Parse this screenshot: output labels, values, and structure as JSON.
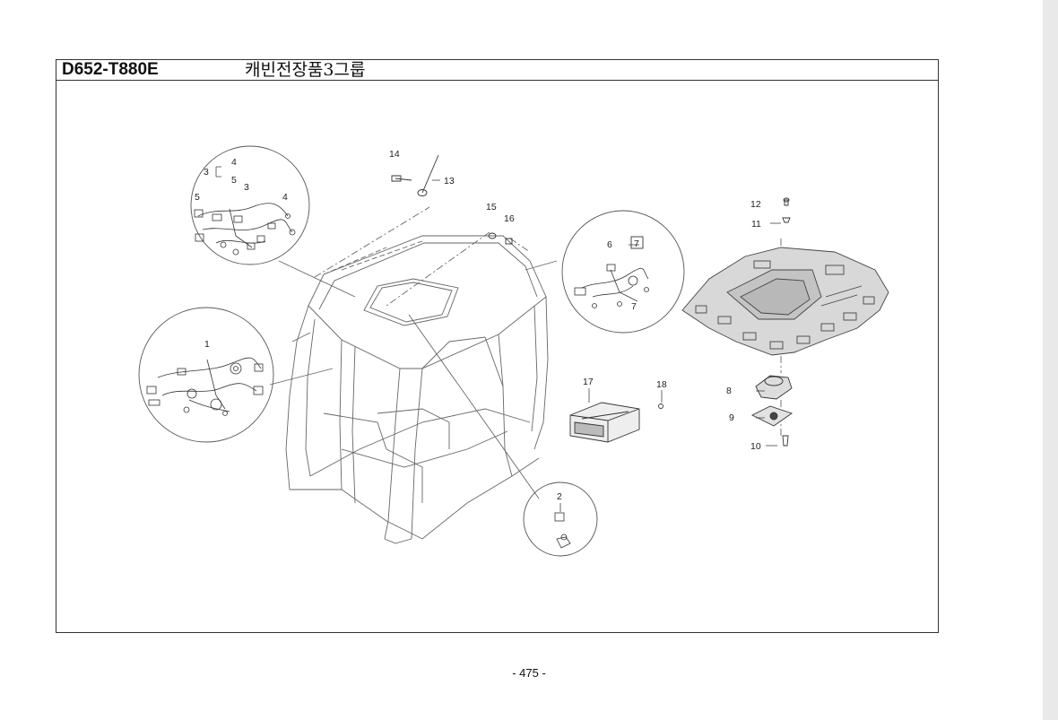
{
  "header": {
    "model_code": "D652-T880E",
    "title": "캐빈전장품3그룹"
  },
  "callouts": {
    "c1": "1",
    "c2": "2",
    "c3a": "3",
    "c3b": "3",
    "c4a": "4",
    "c4b": "4",
    "c5a": "5",
    "c5b": "5",
    "c6": "6",
    "c7a": "7",
    "c7b": "7",
    "c8": "8",
    "c9": "9",
    "c10": "10",
    "c11": "11",
    "c12": "12",
    "c13": "13",
    "c14": "14",
    "c15": "15",
    "c16": "16",
    "c17": "17",
    "c18": "18"
  },
  "footer": {
    "page_number": "- 475 -"
  }
}
